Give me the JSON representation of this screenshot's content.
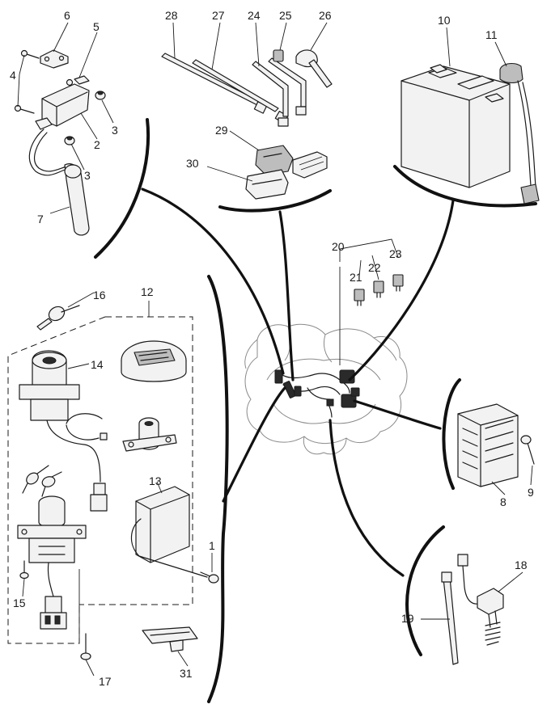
{
  "callouts": {
    "c1": "1",
    "c2": "2",
    "c3a": "3",
    "c3b": "3",
    "c4": "4",
    "c5": "5",
    "c6": "6",
    "c7": "7",
    "c8": "8",
    "c9": "9",
    "c10": "10",
    "c11": "11",
    "c12": "12",
    "c13": "13",
    "c14": "14",
    "c15": "15",
    "c16": "16",
    "c17": "17",
    "c18": "18",
    "c19": "19",
    "c20": "20",
    "c21": "21",
    "c22": "22",
    "c23": "23",
    "c24": "24",
    "c25": "25",
    "c26": "26",
    "c27": "27",
    "c28": "28",
    "c29": "29",
    "c30": "30",
    "c31": "31"
  }
}
